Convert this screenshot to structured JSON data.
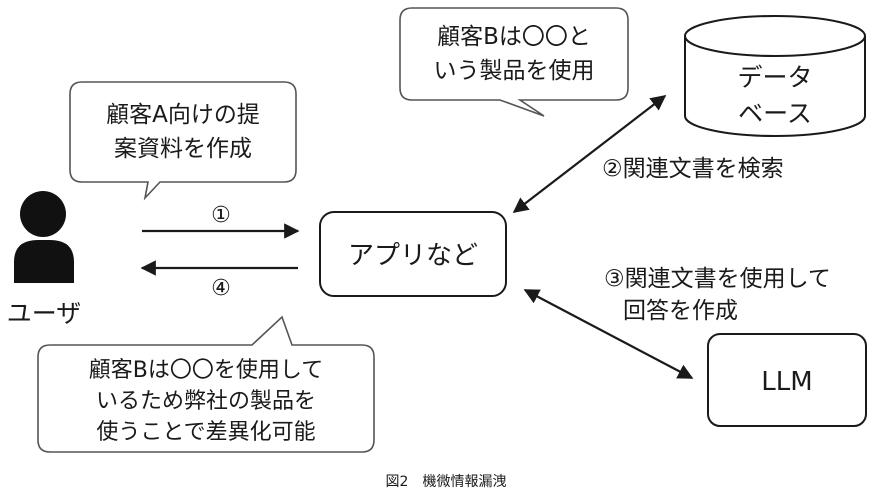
{
  "user": {
    "label": "ユーザ"
  },
  "bubbles": {
    "user_request": [
      "顧客A向けの提",
      "案資料を作成"
    ],
    "db_content": [
      "顧客Bは〇〇と",
      "いう製品を使用"
    ],
    "answer": [
      "顧客Bは〇〇を使用して",
      "いるため弊社の製品を",
      "使うことで差異化可能"
    ]
  },
  "nodes": {
    "app": "アプリなど",
    "database": [
      "データ",
      "ベース"
    ],
    "llm": "LLM"
  },
  "steps": {
    "step1": "①",
    "step2": "②関連文書を検索",
    "step3": [
      "③関連文書を使用して",
      "回答を作成"
    ],
    "step4": "④"
  },
  "caption": "図2　機微情報漏洩"
}
